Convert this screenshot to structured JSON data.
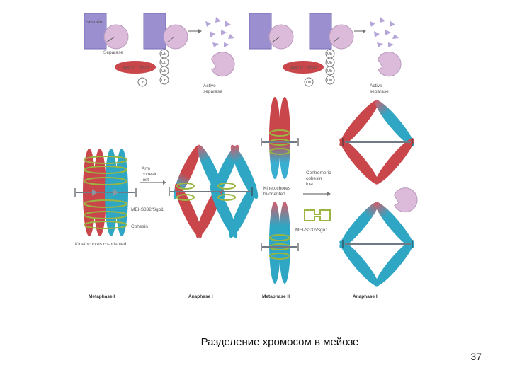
{
  "figure": {
    "top_labels": {
      "securin": "securin",
      "separase": "Separase",
      "apc_cdc20": "APC/C Cdc20",
      "ub": "Ub",
      "active_separase": [
        "Active",
        "separase"
      ]
    },
    "mid_labels": {
      "arm_cohesin_lost": [
        "Arm",
        "cohesin",
        "lost"
      ],
      "mei_s332": "MEI-S332/Sgo1",
      "cohesin": "Cohesin",
      "kinetochores_co_oriented": "Kinetochores co-oriented",
      "kinetochores_bi_oriented": [
        "Kinetochores",
        "bi-oriented"
      ],
      "centromeric_cohesin_lost": [
        "Centromeric",
        "cohesin",
        "lost"
      ],
      "mei_s332_right": "MEI-S332/Sgo1"
    },
    "stages": [
      "Metaphase I",
      "Anaphase I",
      "Metaphase II",
      "Anaphase II"
    ],
    "colors": {
      "red": "#c9474b",
      "blue": "#2fa7c4",
      "purple": "#9b8fd0",
      "pink": "#dcbad9",
      "cohesin": "#9ab640",
      "degraded": "#b5a5d8"
    }
  },
  "caption": "Разделение хромосом в мейозе",
  "page_number": "37"
}
